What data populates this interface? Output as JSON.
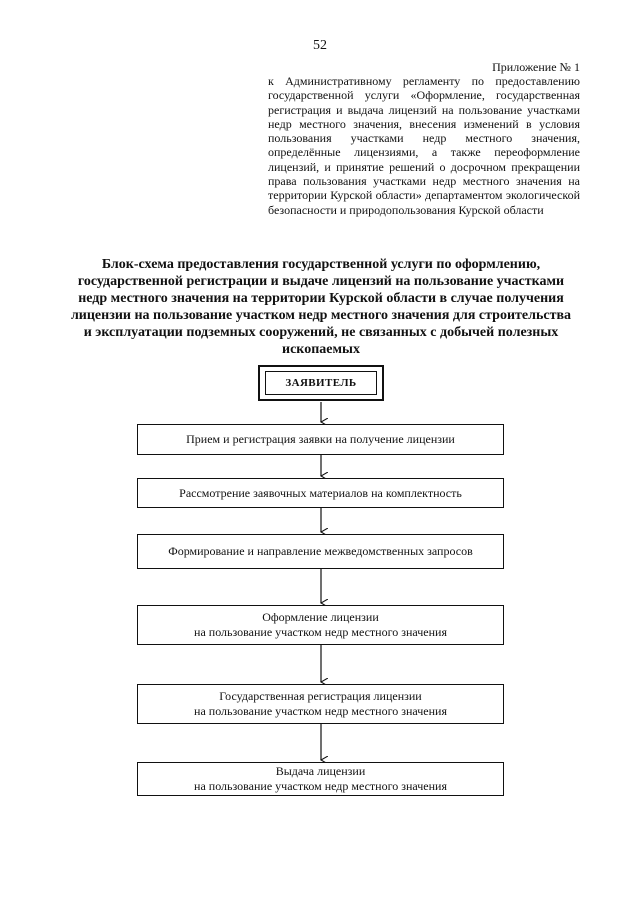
{
  "page_number": "52",
  "appendix": {
    "title": "Приложение № 1",
    "body": "к Административному регламенту по предоставлению государственной услуги «Оформление, государственная регистрация и выдача лицензий на пользование участками недр местного значения, внесения изменений в условия пользования участками недр местного значения, определённые лицензиями, а также переоформление лицензий, и принятие решений о досрочном прекращении права пользования участками недр местного значения на территории Курской области» департаментом экологической безопасности и природопользования Курской области"
  },
  "document_title": "Блок-схема предоставления государственной услуги по оформлению, государственной регистрации и выдаче лицензий на пользование участками недр местного значения на территории Курской области в случае получения лицензии на пользование участком недр местного значения для строительства и эксплуатации подземных сооружений, не связанных с добычей полезных ископаемых",
  "flowchart": {
    "applicant": "ЗАЯВИТЕЛЬ",
    "steps": [
      {
        "line1": "Прием и регистрация заявки на получение лицензии",
        "line2": ""
      },
      {
        "line1": "Рассмотрение заявочных материалов на комплектность",
        "line2": ""
      },
      {
        "line1": "Формирование и направление межведомственных запросов",
        "line2": ""
      },
      {
        "line1": "Оформление лицензии",
        "line2": "на пользование участком недр местного значения"
      },
      {
        "line1": "Государственная регистрация лицензии",
        "line2": "на пользование участком недр местного значения"
      },
      {
        "line1": "Выдача лицензии",
        "line2": "на пользование участком недр местного значения"
      }
    ]
  }
}
